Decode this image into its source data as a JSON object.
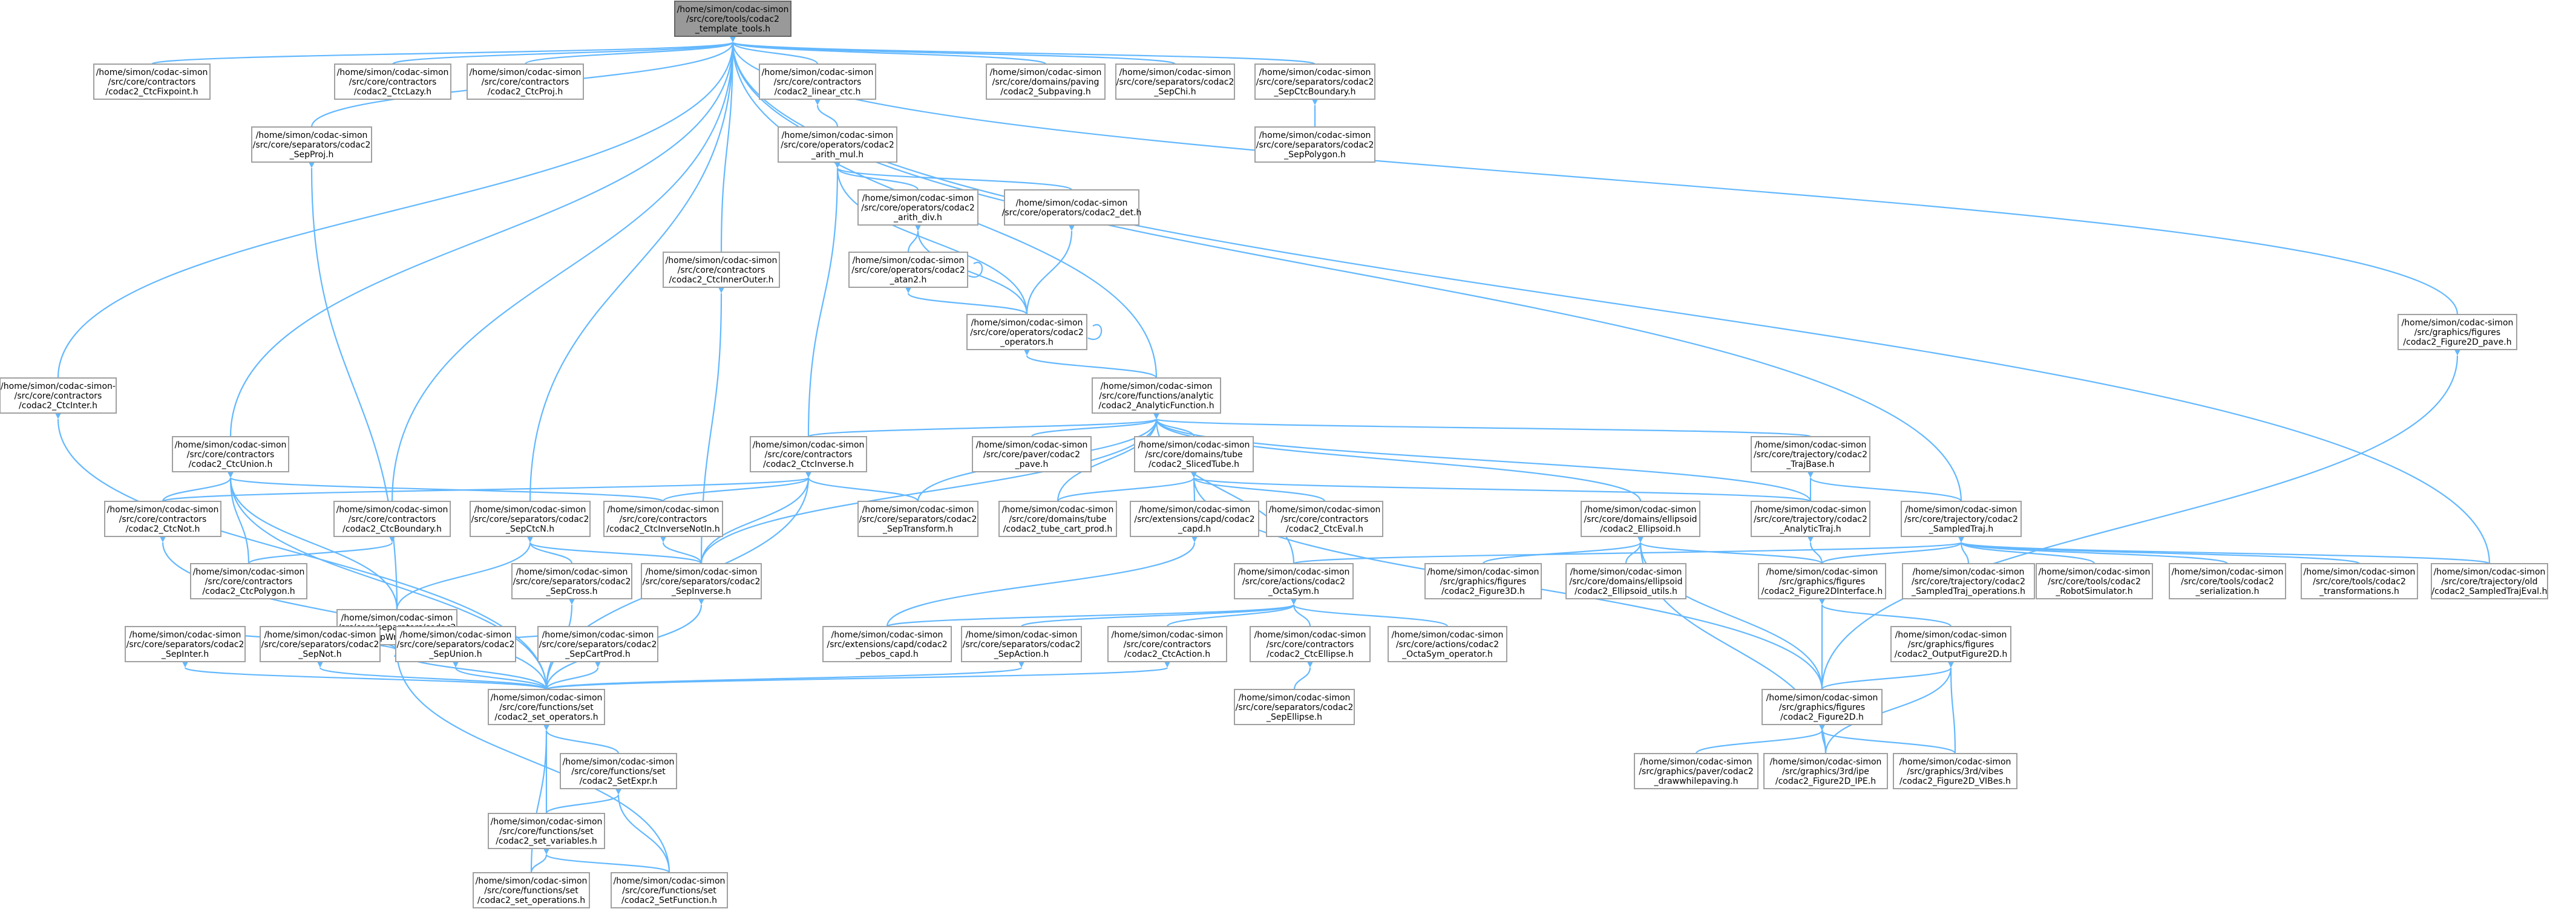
{
  "title": "/home/simon/codac-simon/src/core/tools/codac2_template_tools.h",
  "colors": {
    "edge": "#63b8ff",
    "node_border": "#a0a0a0",
    "root_fill": "#999999",
    "node_fill": "#ffffff"
  },
  "nodes": {
    "n0": {
      "lines": [
        "/home/simon/codac-simon",
        "/src/core/tools/codac2",
        "_template_tools.h"
      ]
    },
    "n1": {
      "lines": [
        "/home/simon/codac-simon",
        "/src/core/contractors",
        "/codac2_CtcFixpoint.h"
      ]
    },
    "n2": {
      "lines": [
        "/home/simon/codac-simon",
        "/src/core/contractors",
        "/codac2_CtcLazy.h"
      ]
    },
    "n3": {
      "lines": [
        "/home/simon/codac-simon",
        "/src/core/contractors",
        "/codac2_CtcProj.h"
      ]
    },
    "n4": {
      "lines": [
        "/home/simon/codac-simon",
        "/src/core/contractors",
        "/codac2_linear_ctc.h"
      ]
    },
    "n5": {
      "lines": [
        "/home/simon/codac-simon",
        "/src/core/domains/paving",
        "/codac2_Subpaving.h"
      ]
    },
    "n6": {
      "lines": [
        "/home/simon/codac-simon",
        "/src/core/separators/codac2",
        "_SepChi.h"
      ]
    },
    "n7": {
      "lines": [
        "/home/simon/codac-simon",
        "/src/core/separators/codac2",
        "_SepCtcBoundary.h"
      ]
    },
    "n8": {
      "lines": [
        "/home/simon/codac-simon",
        "/src/core/separators/codac2",
        "_SepProj.h"
      ]
    },
    "n9": {
      "lines": [
        "/home/simon/codac-simon",
        "/src/core/operators/codac2",
        "_arith_mul.h"
      ]
    },
    "n10": {
      "lines": [
        "/home/simon/codac-simon",
        "/src/core/separators/codac2",
        "_SepPolygon.h"
      ]
    },
    "n11": {
      "lines": [
        "/home/simon/codac-simon",
        "/src/core/operators/codac2",
        "_arith_div.h"
      ]
    },
    "n12": {
      "lines": [
        "/home/simon/codac-simon",
        "/src/core/operators/codac2_det.h"
      ]
    },
    "n13": {
      "lines": [
        "/home/simon/codac-simon",
        "/src/core/contractors",
        "/codac2_CtcInnerOuter.h"
      ]
    },
    "n14": {
      "lines": [
        "/home/simon/codac-simon",
        "/src/core/operators/codac2",
        "_atan2.h"
      ]
    },
    "n15": {
      "lines": [
        "/home/simon/codac-simon",
        "/src/core/operators/codac2",
        "_operators.h"
      ]
    },
    "n16": {
      "lines": [
        "/home/simon/codac-simon",
        "/src/graphics/figures",
        "/codac2_Figure2D_pave.h"
      ]
    },
    "n17": {
      "lines": [
        "/home/simon/codac-simon-",
        "/src/core/contractors",
        "/codac2_CtcInter.h"
      ]
    },
    "n18": {
      "lines": [
        "/home/simon/codac-simon",
        "/src/core/functions/analytic",
        "/codac2_AnalyticFunction.h"
      ]
    },
    "n19": {
      "lines": [
        "/home/simon/codac-simon",
        "/src/core/contractors",
        "/codac2_CtcUnion.h"
      ]
    },
    "n20": {
      "lines": [
        "/home/simon/codac-simon",
        "/src/core/contractors",
        "/codac2_CtcInverse.h"
      ]
    },
    "n21": {
      "lines": [
        "/home/simon/codac-simon",
        "/src/core/paver/codac2",
        "_pave.h"
      ]
    },
    "n22": {
      "lines": [
        "/home/simon/codac-simon",
        "/src/core/domains/tube",
        "/codac2_SlicedTube.h"
      ]
    },
    "n23": {
      "lines": [
        "/home/simon/codac-simon",
        "/src/core/trajectory/codac2",
        "_TrajBase.h"
      ]
    },
    "n24": {
      "lines": [
        "/home/simon/codac-simon",
        "/src/core/contractors",
        "/codac2_CtcNot.h"
      ]
    },
    "n25": {
      "lines": [
        "/home/simon/codac-simon",
        "/src/core/contractors",
        "/codac2_CtcBoundary.h"
      ]
    },
    "n26": {
      "lines": [
        "/home/simon/codac-simon",
        "/src/core/separators/codac2",
        "_SepCtcN.h"
      ]
    },
    "n27": {
      "lines": [
        "/home/simon/codac-simon",
        "/src/core/contractors",
        "/codac2_CtcInverseNotIn.h"
      ]
    },
    "n28": {
      "lines": [
        "/home/simon/codac-simon",
        "/src/core/separators/codac2",
        "_SepTransform.h"
      ]
    },
    "n29": {
      "lines": [
        "/home/simon/codac-simon",
        "/src/core/domains/tube",
        "/codac2_tube_cart_prod.h"
      ]
    },
    "n30": {
      "lines": [
        "/home/simon/codac-simon",
        "/src/extensions/capd/codac2",
        "_capd.h"
      ]
    },
    "n31": {
      "lines": [
        "/home/simon/codac-simon",
        "/src/core/contractors",
        "/codac2_CtcEval.h"
      ]
    },
    "n32": {
      "lines": [
        "/home/simon/codac-simon",
        "/src/core/domains/ellipsoid",
        "/codac2_Ellipsoid.h"
      ]
    },
    "n33": {
      "lines": [
        "/home/simon/codac-simon",
        "/src/core/trajectory/codac2",
        "_AnalyticTraj.h"
      ]
    },
    "n34": {
      "lines": [
        "/home/simon/codac-simon",
        "/src/core/trajectory/codac2",
        "_SampledTraj.h"
      ]
    },
    "n35": {
      "lines": [
        "/home/simon/codac-simon",
        "/src/core/contractors",
        "/codac2_CtcPolygon.h"
      ]
    },
    "n36": {
      "lines": [
        "/home/simon/codac-simon",
        "/src/core/separators/codac2",
        "_SepWrapper.h"
      ]
    },
    "n37": {
      "lines": [
        "/home/simon/codac-simon",
        "/src/core/separators/codac2",
        "_SepCross.h"
      ]
    },
    "n38": {
      "lines": [
        "/home/simon/codac-simon",
        "/src/core/separators/codac2",
        "_SepInverse.h"
      ]
    },
    "n39": {
      "lines": [
        "/home/simon/codac-simon",
        "/src/core/actions/codac2",
        "_OctaSym.h"
      ]
    },
    "n40": {
      "lines": [
        "/home/simon/codac-simon",
        "/src/graphics/figures",
        "/codac2_Figure3D.h"
      ]
    },
    "n41": {
      "lines": [
        "/home/simon/codac-simon",
        "/src/core/domains/ellipsoid",
        "/codac2_Ellipsoid_utils.h"
      ]
    },
    "n42": {
      "lines": [
        "/home/simon/codac-simon",
        "/src/graphics/figures",
        "/codac2_Figure2DInterface.h"
      ]
    },
    "n43": {
      "lines": [
        "/home/simon/codac-simon",
        "/src/core/trajectory/codac2",
        "_SampledTraj_operations.h"
      ]
    },
    "n44": {
      "lines": [
        "/home/simon/codac-simon",
        "/src/core/tools/codac2",
        "_RobotSimulator.h"
      ]
    },
    "n45": {
      "lines": [
        "/home/simon/codac-simon",
        "/src/core/tools/codac2",
        "_serialization.h"
      ]
    },
    "n46": {
      "lines": [
        "/home/simon/codac-simon",
        "/src/core/tools/codac2",
        "_transformations.h"
      ]
    },
    "n47": {
      "lines": [
        "/home/simon/codac-simon",
        "/src/core/trajectory/old",
        "/codac2_SampledTrajEval.h"
      ]
    },
    "n48": {
      "lines": [
        "/home/simon/codac-simon",
        "/src/core/separators/codac2",
        "_SepInter.h"
      ]
    },
    "n49": {
      "lines": [
        "/home/simon/codac-simon",
        "/src/core/separators/codac2",
        "_SepNot.h"
      ]
    },
    "n50": {
      "lines": [
        "/home/simon/codac-simon",
        "/src/core/separators/codac2",
        "_SepUnion.h"
      ]
    },
    "n51": {
      "lines": [
        "/home/simon/codac-simon",
        "/src/core/separators/codac2",
        "_SepCartProd.h"
      ]
    },
    "n52": {
      "lines": [
        "/home/simon/codac-simon",
        "/src/extensions/capd/codac2",
        "_pebos_capd.h"
      ]
    },
    "n53": {
      "lines": [
        "/home/simon/codac-simon",
        "/src/core/separators/codac2",
        "_SepAction.h"
      ]
    },
    "n54": {
      "lines": [
        "/home/simon/codac-simon",
        "/src/core/contractors",
        "/codac2_CtcAction.h"
      ]
    },
    "n55": {
      "lines": [
        "/home/simon/codac-simon",
        "/src/core/contractors",
        "/codac2_CtcEllipse.h"
      ]
    },
    "n56": {
      "lines": [
        "/home/simon/codac-simon",
        "/src/core/actions/codac2",
        "_OctaSym_operator.h"
      ]
    },
    "n57": {
      "lines": [
        "/home/simon/codac-simon",
        "/src/graphics/figures",
        "/codac2_OutputFigure2D.h"
      ]
    },
    "n58": {
      "lines": [
        "/home/simon/codac-simon",
        "/src/core/functions/set",
        "/codac2_set_operators.h"
      ]
    },
    "n59": {
      "lines": [
        "/home/simon/codac-simon",
        "/src/core/separators/codac2",
        "_SepEllipse.h"
      ]
    },
    "n60": {
      "lines": [
        "/home/simon/codac-simon",
        "/src/graphics/figures",
        "/codac2_Figure2D.h"
      ]
    },
    "n61": {
      "lines": [
        "/home/simon/codac-simon",
        "/src/core/functions/set",
        "/codac2_SetExpr.h"
      ]
    },
    "n62": {
      "lines": [
        "/home/simon/codac-simon",
        "/src/graphics/paver/codac2",
        "_drawwhilepaving.h"
      ]
    },
    "n63": {
      "lines": [
        "/home/simon/codac-simon",
        "/src/graphics/3rd/ipe",
        "/codac2_Figure2D_IPE.h"
      ]
    },
    "n64": {
      "lines": [
        "/home/simon/codac-simon",
        "/src/graphics/3rd/vibes",
        "/codac2_Figure2D_VIBes.h"
      ]
    },
    "n65": {
      "lines": [
        "/home/simon/codac-simon",
        "/src/core/functions/set",
        "/codac2_set_variables.h"
      ]
    },
    "n66": {
      "lines": [
        "/home/simon/codac-simon",
        "/src/core/functions/set",
        "/codac2_set_operations.h"
      ]
    },
    "n67": {
      "lines": [
        "/home/simon/codac-simon",
        "/src/core/functions/set",
        "/codac2_SetFunction.h"
      ]
    }
  },
  "edges": [
    [
      "n0",
      "n1"
    ],
    [
      "n0",
      "n2"
    ],
    [
      "n0",
      "n3"
    ],
    [
      "n0",
      "n4"
    ],
    [
      "n0",
      "n5"
    ],
    [
      "n0",
      "n6"
    ],
    [
      "n0",
      "n7"
    ],
    [
      "n0",
      "n8"
    ],
    [
      "n0",
      "n13"
    ],
    [
      "n0",
      "n16"
    ],
    [
      "n0",
      "n17"
    ],
    [
      "n0",
      "n18"
    ],
    [
      "n0",
      "n19"
    ],
    [
      "n0",
      "n25"
    ],
    [
      "n0",
      "n26"
    ],
    [
      "n0",
      "n34"
    ],
    [
      "n0",
      "n47"
    ],
    [
      "n4",
      "n9"
    ],
    [
      "n7",
      "n10"
    ],
    [
      "n9",
      "n11"
    ],
    [
      "n9",
      "n12"
    ],
    [
      "n9",
      "n15"
    ],
    [
      "n9",
      "n20"
    ],
    [
      "n11",
      "n14"
    ],
    [
      "n11",
      "n15"
    ],
    [
      "n12",
      "n15"
    ],
    [
      "n14",
      "n15"
    ],
    [
      "n14",
      "n14"
    ],
    [
      "n15",
      "n15"
    ],
    [
      "n15",
      "n18"
    ],
    [
      "n8",
      "n36"
    ],
    [
      "n13",
      "n38"
    ],
    [
      "n16",
      "n60"
    ],
    [
      "n17",
      "n58"
    ],
    [
      "n18",
      "n20"
    ],
    [
      "n18",
      "n21"
    ],
    [
      "n18",
      "n22"
    ],
    [
      "n18",
      "n23"
    ],
    [
      "n18",
      "n28"
    ],
    [
      "n18",
      "n29"
    ],
    [
      "n18",
      "n32"
    ],
    [
      "n18",
      "n33"
    ],
    [
      "n18",
      "n38"
    ],
    [
      "n18",
      "n39"
    ],
    [
      "n19",
      "n24"
    ],
    [
      "n19",
      "n27"
    ],
    [
      "n19",
      "n35"
    ],
    [
      "n19",
      "n36"
    ],
    [
      "n19",
      "n58"
    ],
    [
      "n20",
      "n24"
    ],
    [
      "n20",
      "n27"
    ],
    [
      "n20",
      "n28"
    ],
    [
      "n20",
      "n38"
    ],
    [
      "n20",
      "n58"
    ],
    [
      "n22",
      "n29"
    ],
    [
      "n22",
      "n30"
    ],
    [
      "n22",
      "n31"
    ],
    [
      "n22",
      "n33"
    ],
    [
      "n22",
      "n60"
    ],
    [
      "n23",
      "n33"
    ],
    [
      "n23",
      "n34"
    ],
    [
      "n24",
      "n58"
    ],
    [
      "n25",
      "n35"
    ],
    [
      "n26",
      "n36"
    ],
    [
      "n26",
      "n37"
    ],
    [
      "n26",
      "n38"
    ],
    [
      "n27",
      "n38"
    ],
    [
      "n30",
      "n52"
    ],
    [
      "n32",
      "n40"
    ],
    [
      "n32",
      "n41"
    ],
    [
      "n32",
      "n42"
    ],
    [
      "n32",
      "n60"
    ],
    [
      "n32",
      "n63"
    ],
    [
      "n33",
      "n42"
    ],
    [
      "n34",
      "n39"
    ],
    [
      "n34",
      "n42"
    ],
    [
      "n34",
      "n43"
    ],
    [
      "n34",
      "n44"
    ],
    [
      "n34",
      "n45"
    ],
    [
      "n34",
      "n46"
    ],
    [
      "n34",
      "n47"
    ],
    [
      "n36",
      "n48"
    ],
    [
      "n36",
      "n49"
    ],
    [
      "n36",
      "n50"
    ],
    [
      "n36",
      "n51"
    ],
    [
      "n36",
      "n58"
    ],
    [
      "n36",
      "n67"
    ],
    [
      "n37",
      "n58"
    ],
    [
      "n38",
      "n58"
    ],
    [
      "n39",
      "n52"
    ],
    [
      "n39",
      "n53"
    ],
    [
      "n39",
      "n54"
    ],
    [
      "n39",
      "n55"
    ],
    [
      "n39",
      "n56"
    ],
    [
      "n42",
      "n57"
    ],
    [
      "n42",
      "n60"
    ],
    [
      "n48",
      "n58"
    ],
    [
      "n49",
      "n58"
    ],
    [
      "n50",
      "n58"
    ],
    [
      "n51",
      "n58"
    ],
    [
      "n53",
      "n58"
    ],
    [
      "n54",
      "n58"
    ],
    [
      "n55",
      "n59"
    ],
    [
      "n57",
      "n60"
    ],
    [
      "n57",
      "n63"
    ],
    [
      "n57",
      "n64"
    ],
    [
      "n58",
      "n61"
    ],
    [
      "n58",
      "n65"
    ],
    [
      "n58",
      "n66"
    ],
    [
      "n60",
      "n62"
    ],
    [
      "n60",
      "n63"
    ],
    [
      "n60",
      "n64"
    ],
    [
      "n61",
      "n65"
    ],
    [
      "n61",
      "n67"
    ],
    [
      "n65",
      "n66"
    ],
    [
      "n65",
      "n67"
    ]
  ]
}
